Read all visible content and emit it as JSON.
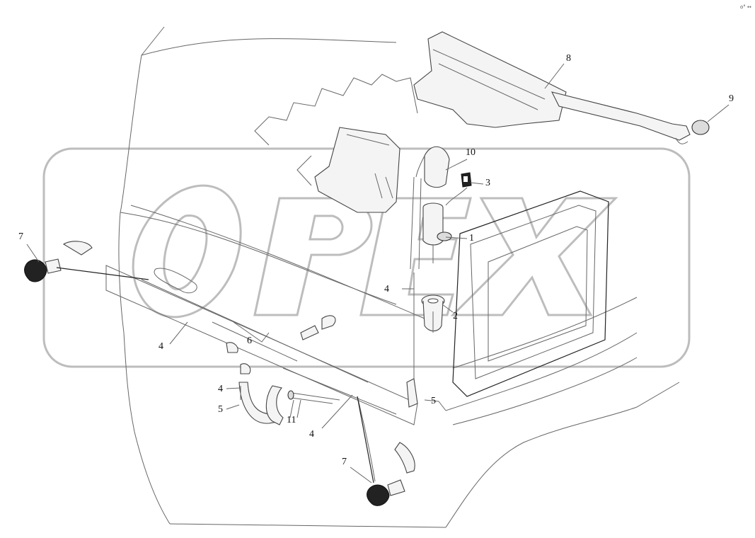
{
  "watermark": "OPEX",
  "corner_mark": "o° ↔",
  "callouts": [
    {
      "id": "c1",
      "text": "1"
    },
    {
      "id": "c2",
      "text": "2"
    },
    {
      "id": "c3",
      "text": "3"
    },
    {
      "id": "c4a",
      "text": "4"
    },
    {
      "id": "c4b",
      "text": "4"
    },
    {
      "id": "c4c",
      "text": "4"
    },
    {
      "id": "c4d",
      "text": "4"
    },
    {
      "id": "c5a",
      "text": "5"
    },
    {
      "id": "c5b",
      "text": "5"
    },
    {
      "id": "c6",
      "text": "6"
    },
    {
      "id": "c7a",
      "text": "7"
    },
    {
      "id": "c7b",
      "text": "7"
    },
    {
      "id": "c8",
      "text": "8"
    },
    {
      "id": "c9",
      "text": "9"
    },
    {
      "id": "c10",
      "text": "10"
    },
    {
      "id": "c11",
      "text": "11"
    }
  ]
}
